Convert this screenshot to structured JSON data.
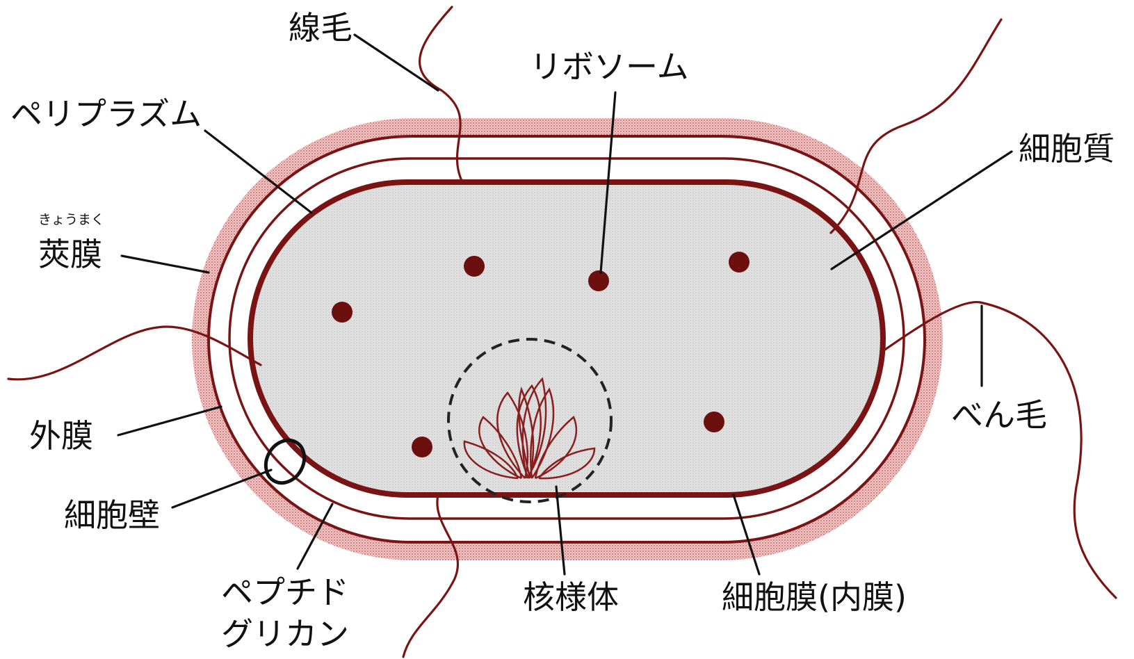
{
  "colors": {
    "capsule": "#e3a5a5",
    "membrane": "#7a1414",
    "cytoplasm": "#dcdcdc",
    "ribosome": "#6b0f0f",
    "nucleoid": "#8a1e1e",
    "text": "#111111"
  },
  "labels": {
    "pilus": "線毛",
    "ribosome": "リボソーム",
    "periplasm": "ペリプラズム",
    "cytoplasm": "細胞質",
    "capsule_ruby": "きょうまく",
    "capsule": "莢膜",
    "flagellum": "べん毛",
    "outer_membrane": "外膜",
    "cell_wall": "細胞壁",
    "peptidoglycan_line1": "ペプチド",
    "peptidoglycan_line2": "グリカン",
    "nucleoid": "核様体",
    "cell_membrane": "細胞膜(内膜)"
  }
}
